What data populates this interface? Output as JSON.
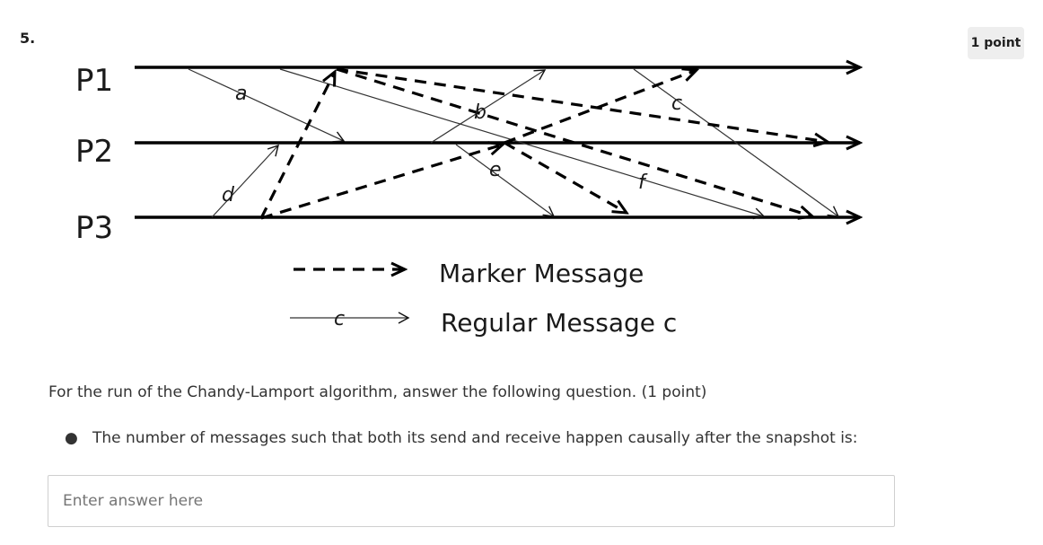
{
  "question": {
    "number": "5.",
    "points": "1 point",
    "prompt": "For the run of the Chandy-Lamport algorithm, answer the following question. (1 point)",
    "bullet": "The number of messages such that both its send and receive happen causally after the snapshot is:",
    "answer_placeholder": "Enter answer here"
  },
  "diagram": {
    "processes": [
      "P1",
      "P2",
      "P3"
    ],
    "message_labels": [
      "a",
      "b",
      "c",
      "d",
      "e",
      "f"
    ],
    "legend": {
      "marker_label": "Marker Message",
      "regular_label": "Regular Message c",
      "regular_sample_label": "c"
    }
  }
}
